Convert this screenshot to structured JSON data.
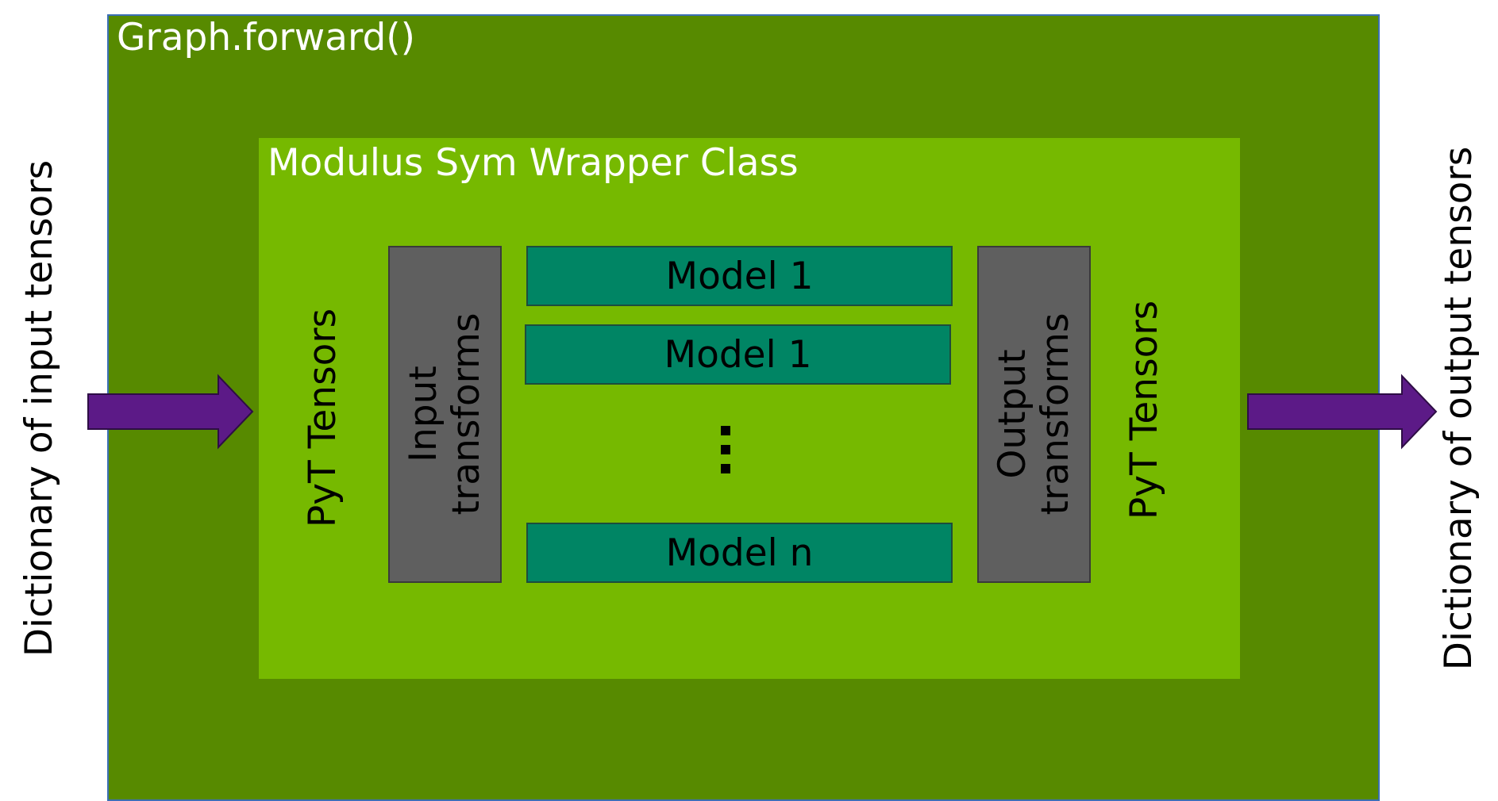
{
  "outer": {
    "title": "Graph.forward()"
  },
  "wrapper": {
    "title": "Modulus Sym Wrapper Class"
  },
  "left": {
    "dictionary_label": "Dictionary of input tensors",
    "tensors_label": "PyT Tensors",
    "transforms_label": [
      "Input",
      "transforms"
    ]
  },
  "right": {
    "dictionary_label": "Dictionary of output tensors",
    "tensors_label": "PyT Tensors",
    "transforms_label": [
      "Output",
      "transforms"
    ]
  },
  "models": [
    "Model 1",
    "Model 1",
    "Model n"
  ],
  "colors": {
    "outer_fill": "#578a00",
    "outer_border": "#3b6fb5",
    "wrapper_fill": "#76b900",
    "model_fill": "#008564",
    "transform_fill": "#5f5f5f",
    "arrow_fill": "#5c1a87"
  }
}
